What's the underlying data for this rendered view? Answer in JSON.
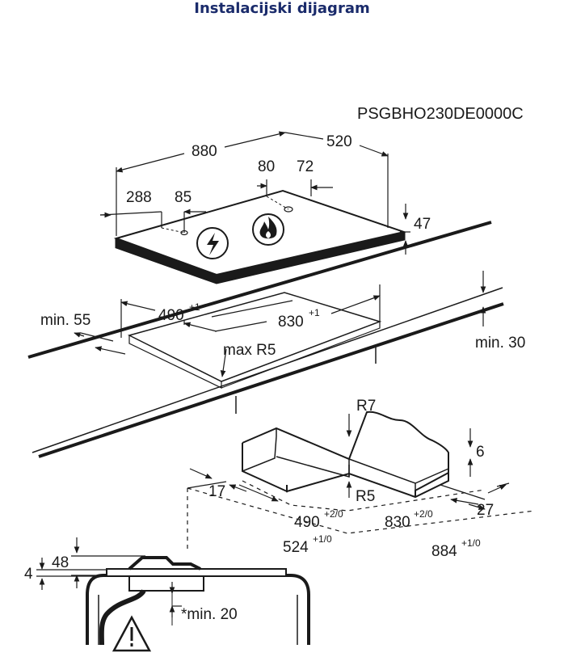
{
  "title": "Instalacijski dijagram",
  "model_code": "PSGBHO230DE0000C",
  "hob": {
    "width": "880",
    "depth": "520",
    "height": "47",
    "gas_offset_x": "80",
    "gas_offset_y": "72",
    "elec_offset_x": "288",
    "elec_offset_y": "85"
  },
  "cutout": {
    "depth": "490",
    "depth_tol": "+1",
    "width": "830",
    "width_tol": "+1",
    "radius": "max R5",
    "front_min": "min. 55",
    "worktop_min": "min. 30"
  },
  "frame": {
    "radius_outer": "R7",
    "radius_inner": "R5",
    "height": "6",
    "left_margin": "17",
    "right_margin": "27",
    "inner_depth": "490",
    "inner_depth_tol": "+2/0",
    "inner_width": "830",
    "inner_width_tol": "+2/0",
    "outer_depth": "524",
    "outer_depth_tol": "+1/0",
    "outer_width": "884",
    "outer_width_tol": "+1/0"
  },
  "section": {
    "total_height": "48",
    "top_height": "4",
    "clearance": "*min. 20"
  },
  "colors": {
    "title": "#1a2b6b",
    "line": "#1a1a1a"
  },
  "icons": [
    "lightning-icon",
    "flame-icon",
    "warning-icon"
  ]
}
